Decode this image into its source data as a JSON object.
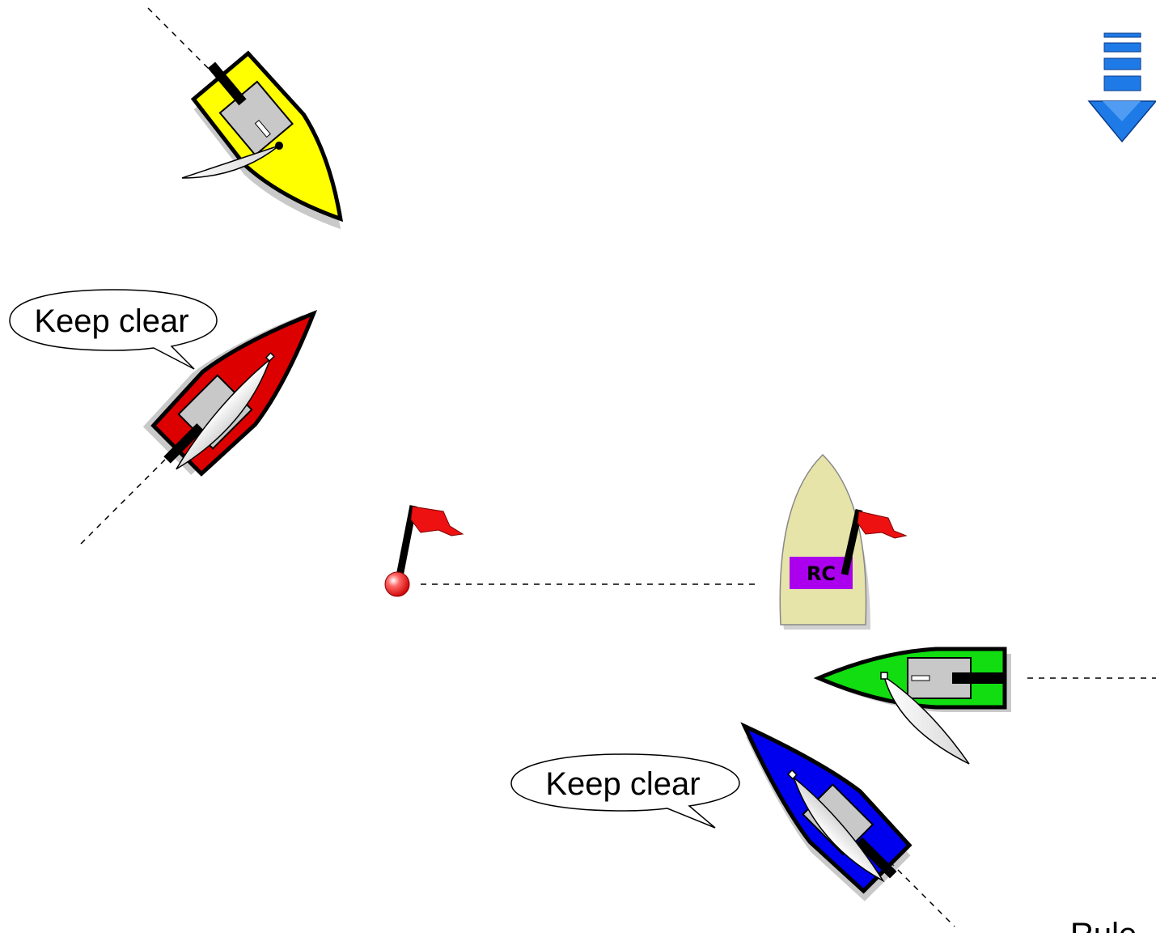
{
  "diagram": {
    "colors": {
      "yellow_boat": "#ffff00",
      "red_boat": "#dd0000",
      "green_boat": "#11dd11",
      "blue_boat": "#0000ee",
      "committee_boat": "#e6e4a8",
      "rc_label_bg": "#aa00ee",
      "flag": "#ee1111",
      "mark": "#ee1111",
      "wind_arrow": "#1e7ae6",
      "deck": "#c8c8c8"
    },
    "boats": [
      {
        "name": "yellow",
        "icon": "sailboat-icon"
      },
      {
        "name": "red",
        "icon": "sailboat-icon"
      },
      {
        "name": "green",
        "icon": "sailboat-icon"
      },
      {
        "name": "blue",
        "icon": "sailboat-icon"
      }
    ],
    "committee_boat": {
      "label": "RC",
      "icon": "committee-boat-icon"
    },
    "pin_mark": {
      "icon": "flag-mark-icon"
    },
    "wind": {
      "icon": "wind-arrow-icon"
    },
    "bubbles": [
      {
        "text": "Keep clear"
      },
      {
        "text": "Keep clear"
      }
    ],
    "caption": "Rule"
  }
}
